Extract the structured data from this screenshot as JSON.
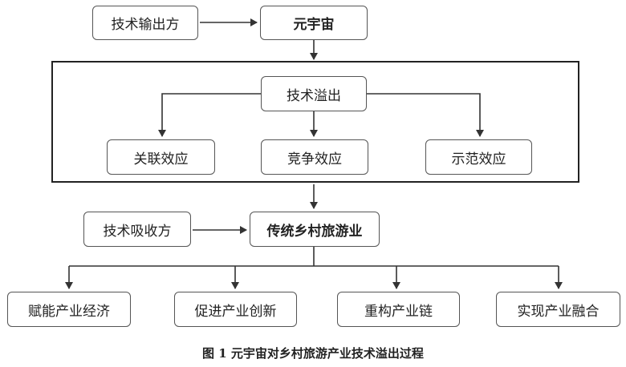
{
  "nodes": {
    "output_party": "技术输出方",
    "metaverse": "元宇宙",
    "spillover": "技术溢出",
    "correlation_effect": "关联效应",
    "competition_effect": "竞争效应",
    "demonstration_effect": "示范效应",
    "absorbing_party": "技术吸收方",
    "rural_tourism": "传统乡村旅游业",
    "empower_economy": "赋能产业经济",
    "promote_innovation": "促进产业创新",
    "restructure_chain": "重构产业链",
    "integration": "实现产业融合"
  },
  "caption": "图 1  元宇宙对乡村旅游产业技术溢出过程"
}
